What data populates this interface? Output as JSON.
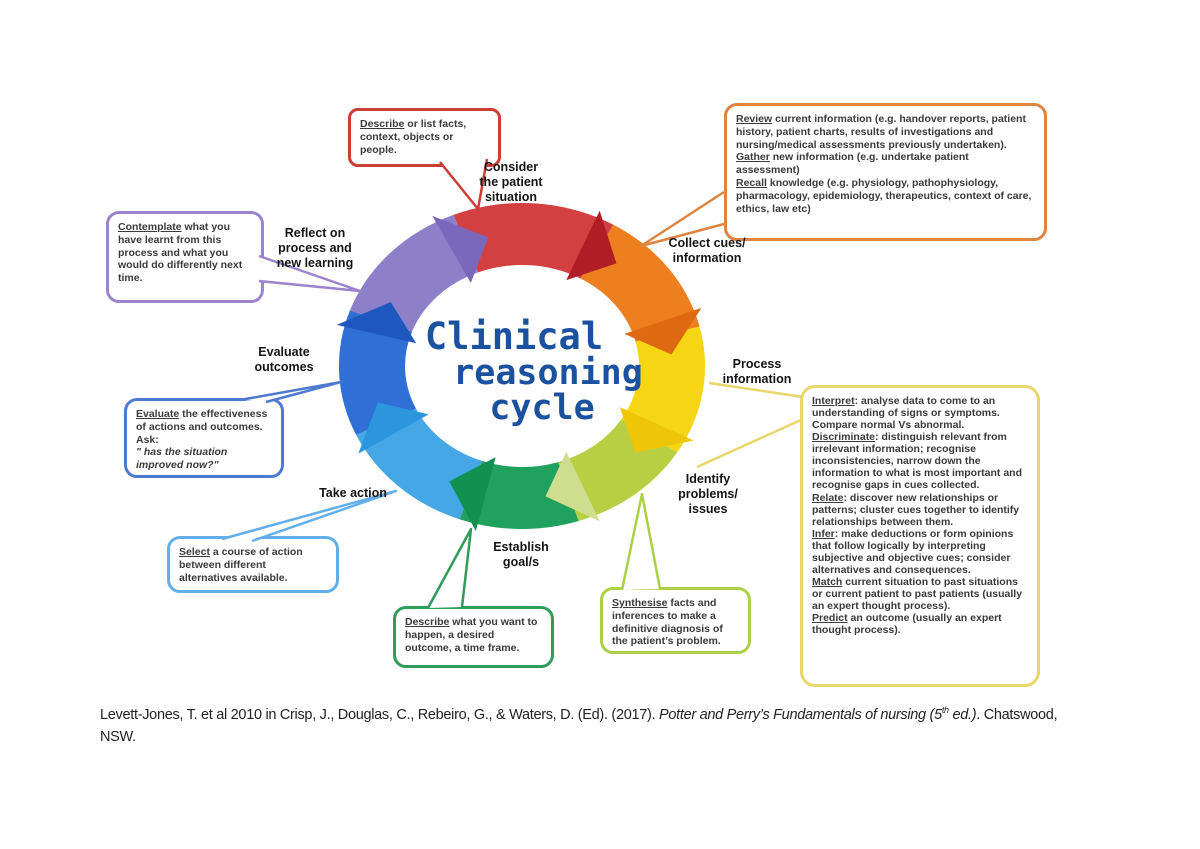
{
  "title": {
    "line1": "Clinical",
    "line2": "reasoning",
    "line3": "cycle",
    "color": "#1b529f"
  },
  "ring": {
    "segments": [
      {
        "name": "consider-the-patient-situation",
        "color": "#d24041",
        "arrow": "#b01d26",
        "start": -22,
        "end": 30
      },
      {
        "name": "collect-cues-information",
        "color": "#ee7f1e",
        "arrow": "#dd6a10",
        "start": 30,
        "end": 76
      },
      {
        "name": "process-information",
        "color": "#f6d614",
        "arrow": "#eec607",
        "start": 76,
        "end": 122
      },
      {
        "name": "identify-problems-issues",
        "color": "#b8cf44",
        "arrow": "#cede8e",
        "start": 122,
        "end": 162
      },
      {
        "name": "establish-goals",
        "color": "#21a15e",
        "arrow": "#109150",
        "start": 162,
        "end": 200
      },
      {
        "name": "take-action",
        "color": "#45a7e6",
        "arrow": "#2b95dd",
        "start": 200,
        "end": 245
      },
      {
        "name": "evaluate-outcomes",
        "color": "#2f6fd6",
        "arrow": "#1f57c0",
        "start": 245,
        "end": 290
      },
      {
        "name": "reflect-on-process",
        "color": "#8e80c8",
        "arrow": "#7a68bd",
        "start": 290,
        "end": 338
      }
    ]
  },
  "stages": [
    {
      "label": "Consider\nthe patient\nsituation"
    },
    {
      "label": "Collect cues/\ninformation"
    },
    {
      "label": "Process\ninformation"
    },
    {
      "label": "Identify\nproblems/\nissues"
    },
    {
      "label": "Establish\ngoal/s"
    },
    {
      "label": "Take action"
    },
    {
      "label": "Evaluate\noutcomes"
    },
    {
      "label": "Reflect on\nprocess and\nnew learning"
    }
  ],
  "callouts": [
    {
      "id": "describe-situation",
      "border": "#cc3d35",
      "runs": [
        {
          "t": "Describe",
          "u": true
        },
        {
          "t": " or list facts, context, objects or people."
        }
      ]
    },
    {
      "id": "review-gather-recall",
      "border": "#dd8440",
      "runs": [
        {
          "t": "Review",
          "u": true
        },
        {
          "t": " current information (e.g. handover reports, patient history, patient charts, results of investigations and nursing/medical assessments previously undertaken).\n"
        },
        {
          "t": "Gather",
          "u": true
        },
        {
          "t": " new information (e.g. undertake patient assessment)\n"
        },
        {
          "t": "Recall",
          "u": true
        },
        {
          "t": " knowledge (e.g. physiology, pathophysiology, pharmacology, epidemiology, therapeutics, context of care, ethics, law etc)"
        }
      ]
    },
    {
      "id": "contemplate",
      "border": "#9b84cc",
      "runs": [
        {
          "t": "Contemplate",
          "u": true
        },
        {
          "t": " what you have learnt from this process and what you would do differently next time."
        }
      ]
    },
    {
      "id": "evaluate",
      "border": "#4d7ad0",
      "runs": [
        {
          "t": "Evaluate",
          "u": true
        },
        {
          "t": " the effectiveness of actions and outcomes. Ask:\n"
        },
        {
          "t": "\" has the situation improved now?\"",
          "i": true
        }
      ]
    },
    {
      "id": "select",
      "border": "#62aee8",
      "runs": [
        {
          "t": "Select",
          "u": true
        },
        {
          "t": " a course of action between different alternatives available."
        }
      ]
    },
    {
      "id": "describe-goal",
      "border": "#2f9c59",
      "runs": [
        {
          "t": "Describe",
          "u": true
        },
        {
          "t": " what you want to happen, a desired outcome, a time frame."
        }
      ]
    },
    {
      "id": "synthesise",
      "border": "#abd045",
      "runs": [
        {
          "t": "Synthesise",
          "u": true
        },
        {
          "t": " facts and inferences to make a definitive diagnosis of the patient’s problem."
        }
      ]
    },
    {
      "id": "process-detail",
      "border": "#e9d66b",
      "runs": [
        {
          "t": "Interpret",
          "u": true
        },
        {
          "t": ": analyse data to come to an understanding of signs or symptoms. Compare normal Vs abnormal.\n"
        },
        {
          "t": "Discriminate",
          "u": true
        },
        {
          "t": ": distinguish relevant from irrelevant information; recognise inconsistencies, narrow down the information to what is most important and recognise gaps in cues collected.\n"
        },
        {
          "t": "Relate",
          "u": true
        },
        {
          "t": ": discover new relationships or patterns; cluster cues together to identify relationships between them.\n"
        },
        {
          "t": "Infer",
          "u": true
        },
        {
          "t": ": make deductions or form opinions that follow logically by interpreting subjective and objective cues; consider alternatives and consequences.\n"
        },
        {
          "t": "Match",
          "u": true
        },
        {
          "t": " current situation to past situations or current patient to past patients (usually an expert thought process).\n"
        },
        {
          "t": "Predict",
          "u": true
        },
        {
          "t": " an outcome (usually an expert thought process)."
        }
      ]
    }
  ],
  "citation": {
    "part1": "Levett-Jones, T. et al 2010 in Crisp, J., Douglas, C., Rebeiro, G., & Waters, D. (Ed). (2017). ",
    "italic1": "Potter and Perry’s Fundamentals of nursing (5",
    "sup": "th",
    "italic2": " ed.)",
    "part2": ". Chatswood,",
    "line2": "NSW."
  }
}
